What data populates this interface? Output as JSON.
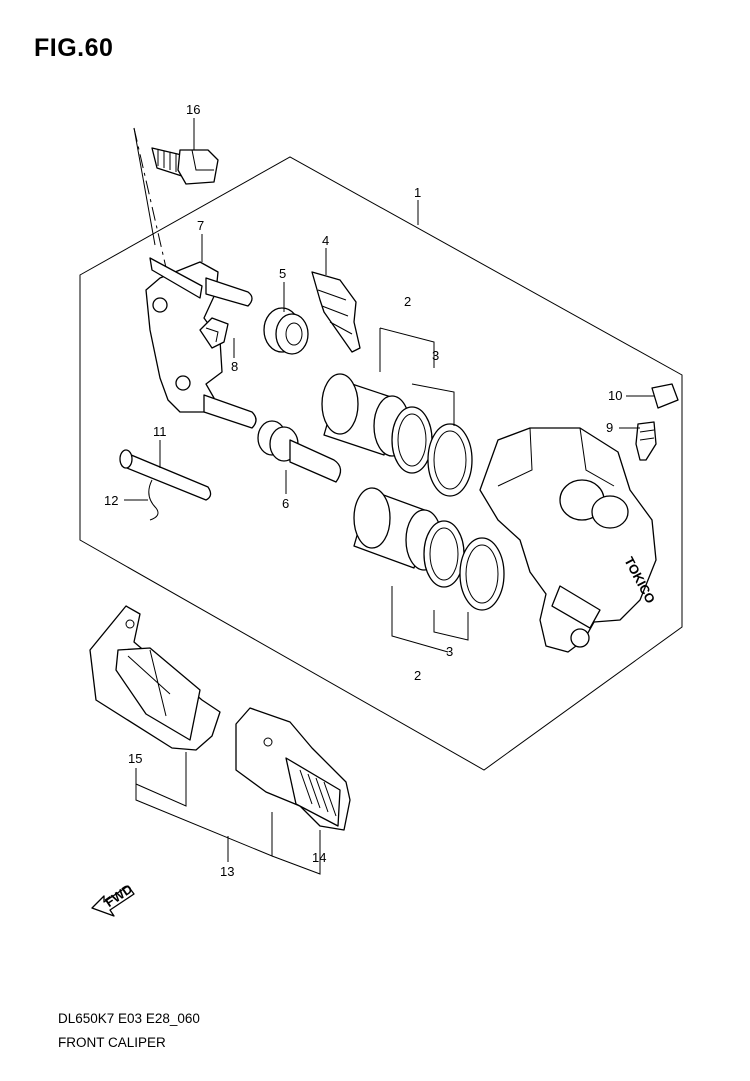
{
  "figure": {
    "title": "FIG.60",
    "code": "DL650K7 E03 E28_060",
    "name": "FRONT CALIPER",
    "fwd_label": "FWD",
    "brand_stamp": "TOKICO"
  },
  "callouts": {
    "c1": "1",
    "c2a": "2",
    "c2b": "2",
    "c3a": "3",
    "c3b": "3",
    "c4": "4",
    "c5": "5",
    "c6": "6",
    "c7": "7",
    "c8": "8",
    "c9": "9",
    "c10": "10",
    "c11": "11",
    "c12": "12",
    "c13": "13",
    "c14": "14",
    "c15": "15",
    "c16": "16"
  }
}
